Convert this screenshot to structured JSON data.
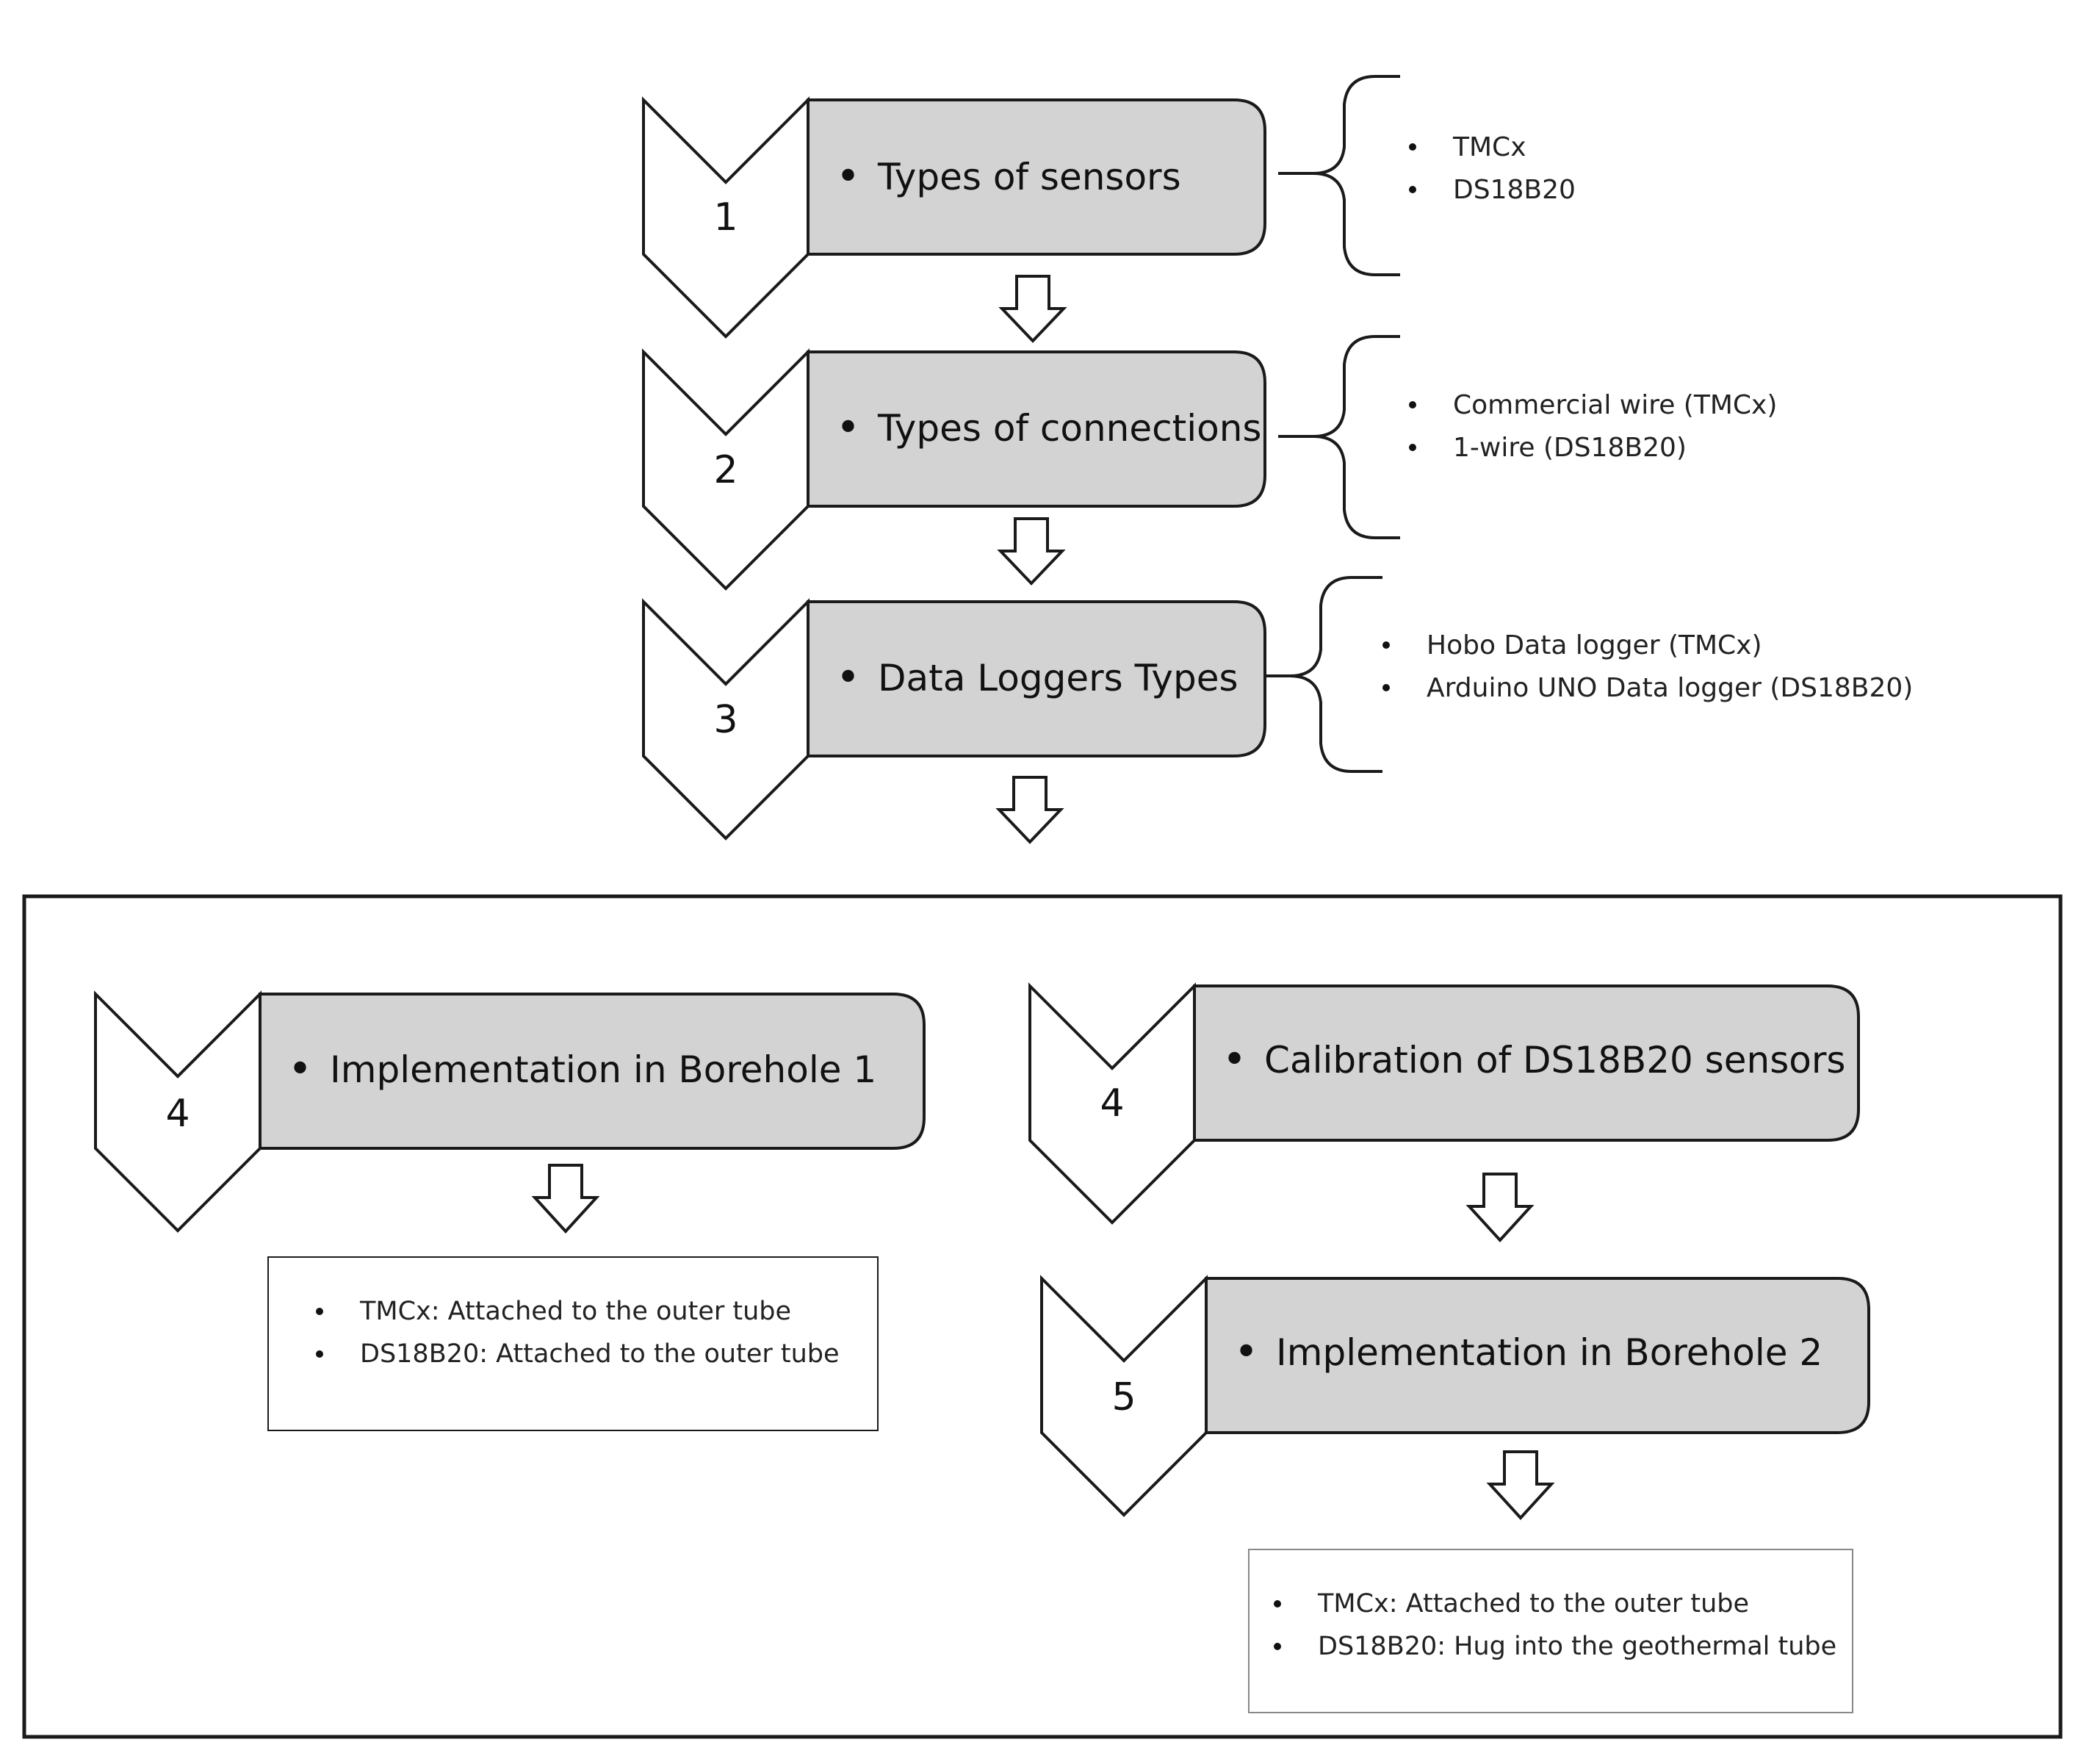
{
  "steps": [
    {
      "number": "1",
      "title": "Types of sensors",
      "details": [
        "TMCx",
        "DS18B20"
      ]
    },
    {
      "number": "2",
      "title": "Types of connections",
      "details": [
        "Commercial wire (TMCx)",
        "1-wire (DS18B20)"
      ]
    },
    {
      "number": "3",
      "title": "Data Loggers Types",
      "details": [
        "Hobo Data logger (TMCx)",
        "Arduino UNO Data logger (DS18B20)"
      ]
    }
  ],
  "phase": {
    "left": {
      "number": "4",
      "title": "Implementation in Borehole 1",
      "details": [
        "TMCx: Attached to the outer tube",
        "DS18B20: Attached to the outer tube"
      ]
    },
    "right": {
      "calibration": {
        "number": "4",
        "title": "Calibration of DS18B20 sensors"
      },
      "implementation": {
        "number": "5",
        "title": "Implementation in Borehole 2",
        "details": [
          "TMCx: Attached to the outer tube",
          "DS18B20: Hug into the geothermal tube"
        ]
      }
    }
  },
  "colors": {
    "box_fill": "#d3d3d3",
    "stroke": "#1a1a1a",
    "background": "#ffffff"
  }
}
